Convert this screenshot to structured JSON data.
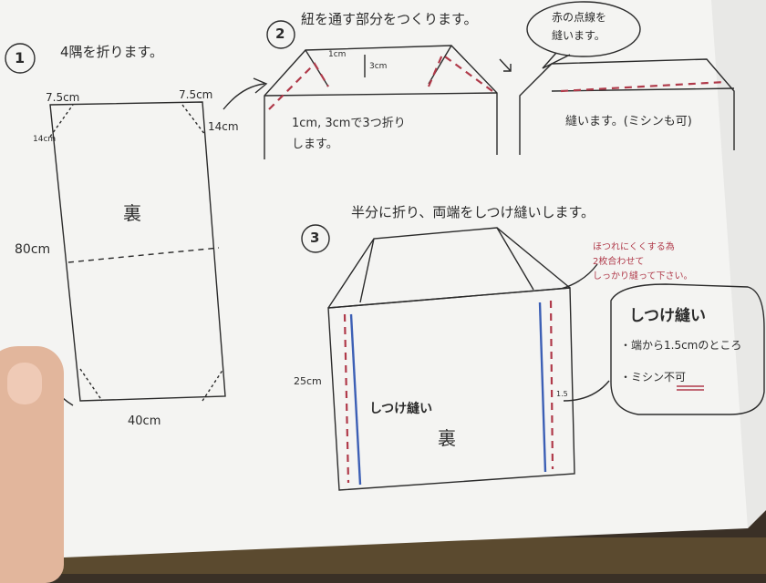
{
  "step1": {
    "number": "1",
    "title": "4隅を折ります。",
    "corner_left": "7.5cm",
    "corner_right": "7.5cm",
    "side_right": "14cm",
    "side_left": "14cm",
    "height": "80cm",
    "width": "40cm",
    "center_label": "裏"
  },
  "step2": {
    "number": "2",
    "title": "紐を通す部分をつくります。",
    "dim_1cm": "1cm",
    "dim_3cm": "3cm",
    "fold_note_line1": "1cm, 3cmで3つ折り",
    "fold_note_line2": "します。",
    "bubble_line1": "赤の点線を",
    "bubble_line2": "縫います。",
    "sew_note": "縫います。(ミシンも可)"
  },
  "step3": {
    "number": "3",
    "title": "半分に折り、両端をしつけ縫いします。",
    "red_note_line1": "ほつれにくくする為",
    "red_note_line2": "2枚合わせて",
    "red_note_line3": "しっかり縫って下さい。",
    "side_dim": "25cm",
    "baste_label": "しつけ縫い",
    "center_label": "裏",
    "small_dim": "1.5",
    "box_title": "しつけ縫い",
    "box_line1": "・端から1.5cmのところ",
    "box_line2": "・ミシン不可"
  },
  "colors": {
    "ink": "#2b2b2b",
    "red_ink": "#b03a4a",
    "blue_ink": "#3c5fb5",
    "paper": "#f4f4f2"
  }
}
